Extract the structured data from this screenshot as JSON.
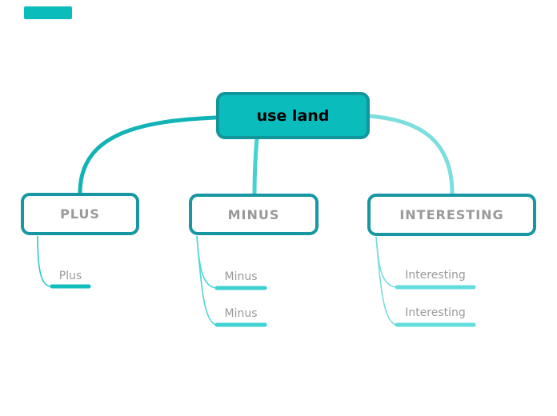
{
  "diagram": {
    "root": {
      "label": "use land"
    },
    "branches": [
      {
        "label": "PLUS",
        "children": [
          {
            "label": "Plus"
          }
        ]
      },
      {
        "label": "MINUS",
        "children": [
          {
            "label": "Minus"
          },
          {
            "label": "Minus"
          }
        ]
      },
      {
        "label": "INTERESTING",
        "children": [
          {
            "label": "Interesting"
          },
          {
            "label": "Interesting"
          }
        ]
      }
    ]
  },
  "colors": {
    "root_fill": "#0bbcbd",
    "root_border": "#12969c",
    "root_text": "#000000",
    "branch_border": "#1697a1",
    "branch_text": "#999999",
    "leaf_text": "#9a9a9a",
    "connector_plus": "#11b3b6",
    "connector_minus": "#45d2d2",
    "connector_interesting": "#7edede",
    "leaf_connector_plus": "#2ec6c6",
    "leaf_connector_minus": "#4fd6d6",
    "leaf_connector_interesting": "#7adcdc",
    "leaf_line_plus": "#12bdbd",
    "leaf_line_minus": "#3fd2d2",
    "leaf_line_interesting": "#63dcdc",
    "corner_mark": "#0bbcbd"
  }
}
